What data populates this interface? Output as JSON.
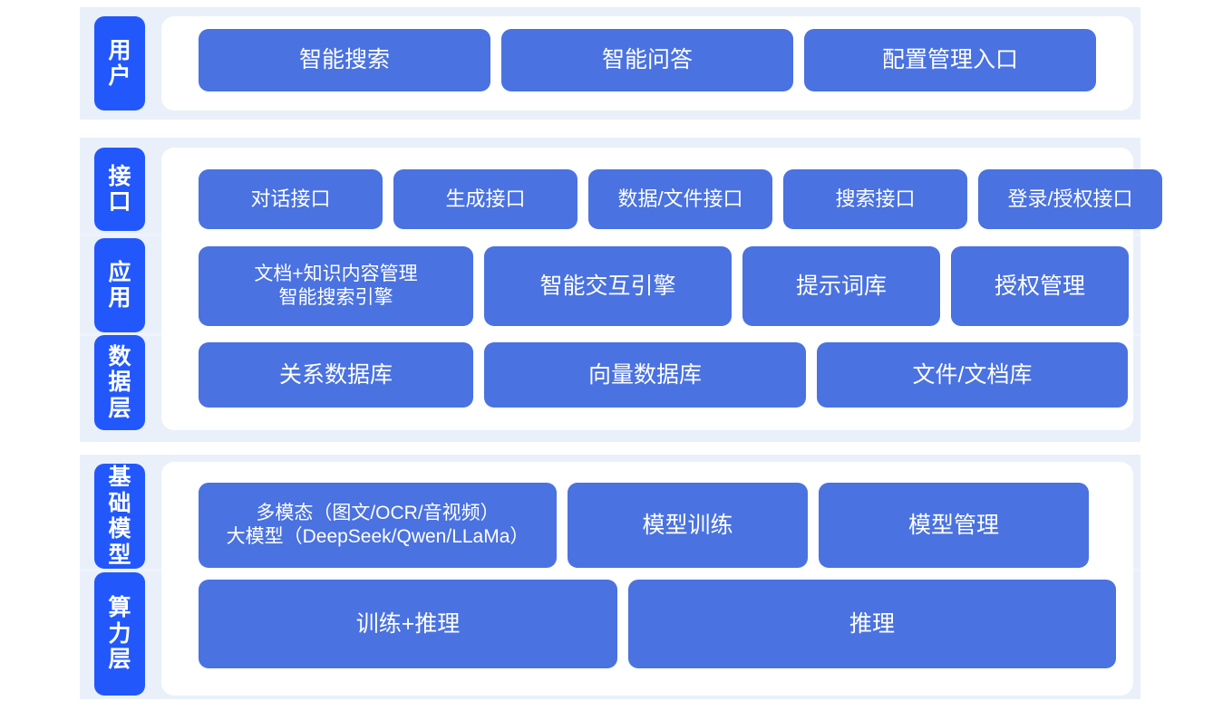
{
  "theme": {
    "page_background": "#ffffff",
    "band_background": "#e9f0fa",
    "panel_background": "#ffffff",
    "chip_color": "#2258fb",
    "card_color": "#4a72e0",
    "text_on_blue": "#ffffff"
  },
  "sections": [
    {
      "id": "user",
      "label": "用户",
      "cards": [
        "智能搜索",
        "智能问答",
        "配置管理入口"
      ]
    },
    {
      "id": "api",
      "label": "接口",
      "cards": [
        "对话接口",
        "生成接口",
        "数据/文件接口",
        "搜索接口",
        "登录/授权接口"
      ]
    },
    {
      "id": "app",
      "label": "应用",
      "cards": [
        "文档+知识内容管理\n智能搜索引擎",
        "智能交互引擎",
        "提示词库",
        "授权管理"
      ]
    },
    {
      "id": "data",
      "label": "数据层",
      "cards": [
        "关系数据库",
        "向量数据库",
        "文件/文档库"
      ]
    },
    {
      "id": "base",
      "label": "基础模型",
      "cards": [
        "多模态（图文/OCR/音视频）\n大模型（DeepSeek/Qwen/LLaMa）",
        "模型训练",
        "模型管理"
      ]
    },
    {
      "id": "power",
      "label": "算力层",
      "cards": [
        "训练+推理",
        "推理"
      ]
    }
  ]
}
